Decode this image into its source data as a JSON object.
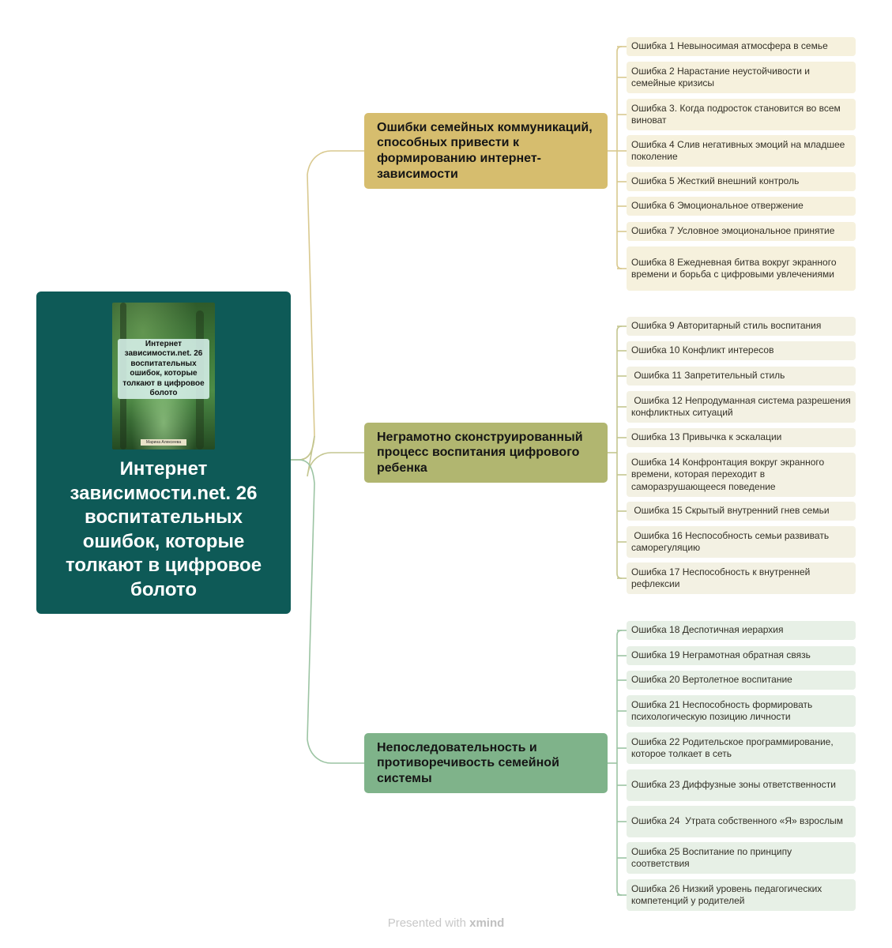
{
  "root": {
    "title": "Интернет зависимости.net. 26 воспитательных ошибок, которые толкают в цифровое болото",
    "cover_title": "Интернет зависимости.net. 26 воспитательных ошибок, которые толкают в цифровое болото",
    "cover_author": "Марина Алексеева"
  },
  "branches": [
    {
      "title": "Ошибки семейных коммуникаций, способных привести к формированию интернет-зависимости",
      "color": "#d6bd6e",
      "line_color": "#d9c98f",
      "leaves": [
        "Ошибка 1 Невыносимая атмосфера в семье",
        "Ошибка 2 Нарастание неустойчивости и семейные кризисы",
        "Ошибка 3. Когда подросток становится во всем виноват",
        "Ошибка 4 Слив негативных эмоций на младшее поколение",
        "Ошибка 5 Жесткий внешний контроль",
        "Ошибка 6 Эмоциональное отвержение",
        "Ошибка 7 Условное эмоциональное принятие",
        "Ошибка 8 Ежедневная битва вокруг экранного времени и борьба с цифровыми увлечениями"
      ]
    },
    {
      "title": "Неграмотно сконструированный процесс воспитания цифрового ребенка",
      "color": "#b1b670",
      "line_color": "#c4c690",
      "leaves": [
        "Ошибка 9 Авторитарный стиль воспитания",
        "Ошибка 10 Конфликт интересов",
        " Ошибка 11 Запретительный стиль",
        " Ошибка 12 Непродуманная система разрешения конфликтных ситуаций",
        "Ошибка 13 Привычка к эскалации",
        "Ошибка 14 Конфронтация вокруг экранного времени, которая переходит в саморазрушающееся поведение",
        " Ошибка 15 Скрытый внутренний гнев семьи",
        " Ошибка 16 Неспособность семьи развивать саморегуляцию",
        "Ошибка 17 Неспособность к внутренней рефлексии"
      ]
    },
    {
      "title": "Непоследовательность и противоречивость семейной системы",
      "color": "#7fb38a",
      "line_color": "#9cc4a3",
      "leaves": [
        "Ошибка 18 Деспотичная иерархия",
        "Ошибка 19 Неграмотная обратная связь",
        "Ошибка 20 Вертолетное воспитание",
        "Ошибка 21 Неспособность формировать психологическую позицию личности",
        "Ошибка 22 Родительское программирование, которое толкает в сеть",
        "Ошибка 23 Диффузные зоны ответственности",
        "Ошибка 24  Утрата собственного «Я» взрослым",
        "Ошибка 25 Воспитание по принципу соответствия",
        "Ошибка 26 Низкий уровень педагогических компетенций у родителей"
      ]
    }
  ],
  "footer": {
    "prefix": "Presented with",
    "brand": "xmind"
  }
}
